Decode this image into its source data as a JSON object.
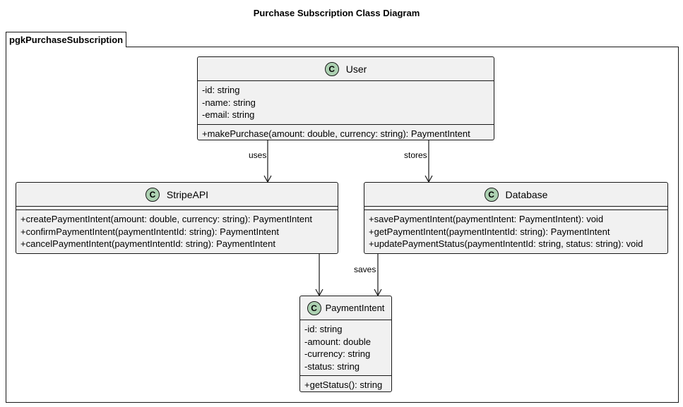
{
  "diagram": {
    "title": "Purchase Subscription Class Diagram",
    "package": "pgkPurchaseSubscription",
    "class_icon_letter": "C",
    "colors": {
      "class_fill": "#f1f1f1",
      "icon_fill": "#add1b2",
      "stroke": "#181818"
    },
    "classes": {
      "user": {
        "name": "User",
        "attributes": [
          "-id: string",
          "-name: string",
          "-email: string"
        ],
        "methods": [
          "+makePurchase(amount: double, currency: string): PaymentIntent"
        ]
      },
      "stripeapi": {
        "name": "StripeAPI",
        "attributes": [],
        "methods": [
          "+createPaymentIntent(amount: double, currency: string): PaymentIntent",
          "+confirmPaymentIntent(paymentIntentId: string): PaymentIntent",
          "+cancelPaymentIntent(paymentIntentId: string): PaymentIntent"
        ]
      },
      "database": {
        "name": "Database",
        "attributes": [],
        "methods": [
          "+savePaymentIntent(paymentIntent: PaymentIntent): void",
          "+getPaymentIntent(paymentIntentId: string): PaymentIntent",
          "+updatePaymentStatus(paymentIntentId: string, status: string): void"
        ]
      },
      "paymentintent": {
        "name": "PaymentIntent",
        "attributes": [
          "-id: string",
          "-amount: double",
          "-currency: string",
          "-status: string"
        ],
        "methods": [
          "+getStatus(): string"
        ]
      }
    },
    "relations": [
      {
        "from": "User",
        "to": "StripeAPI",
        "label": "uses"
      },
      {
        "from": "User",
        "to": "Database",
        "label": "stores"
      },
      {
        "from": "StripeAPI",
        "to": "PaymentIntent",
        "label": ""
      },
      {
        "from": "Database",
        "to": "PaymentIntent",
        "label": "saves"
      }
    ]
  }
}
